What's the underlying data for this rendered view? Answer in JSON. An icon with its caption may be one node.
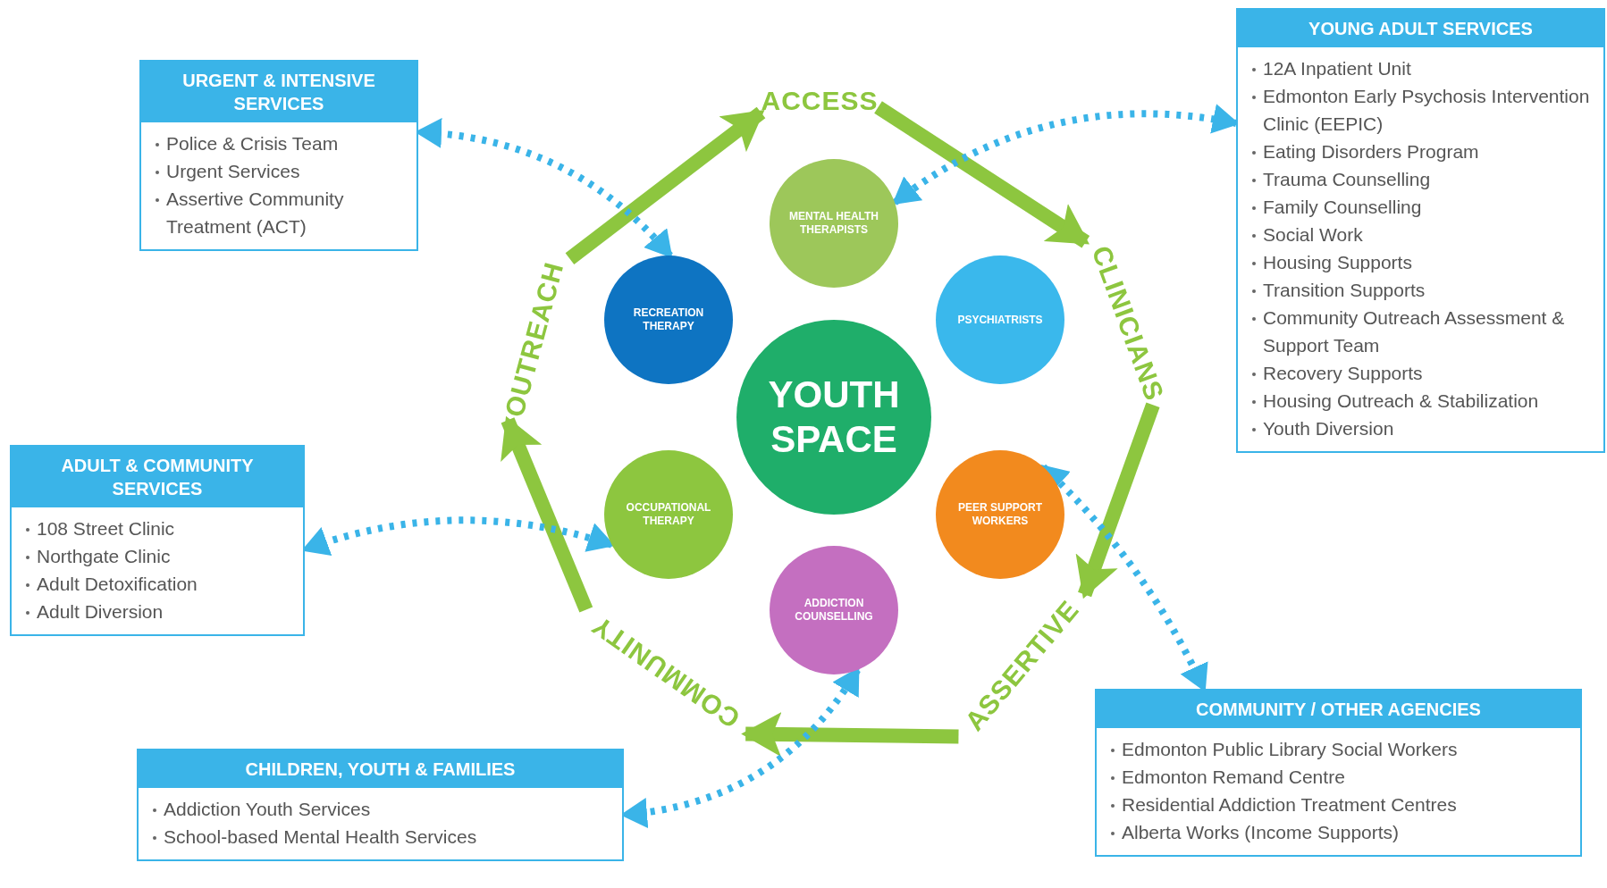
{
  "diagram": {
    "nodes": [
      {
        "text": [
          "URGENT & INTENSIVE SERVICES",
          "Police & Crisis Team",
          "Urgent Services",
          "Assertive Community Treatment (ACT)"
        ]
      },
      {
        "text": [
          "YOUNG ADULT SERVICES",
          "12A Inpatient Unit",
          "Edmonton Early Psychosis Intervention Clinic (EEPIC)",
          "Eating Disorders Program",
          "Trauma Counselling",
          "Family Counselling",
          "Social Work",
          "Housing Supports",
          "Transition Supports",
          "Community Outreach Assessment & Support Team",
          "Recovery Supports",
          "Housing Outreach & Stabilization",
          "Youth Diversion"
        ]
      },
      {
        "text": [
          "ACCESS"
        ]
      },
      {
        "text": [
          "MENTAL HEALTH THERAPISTS"
        ]
      },
      {
        "text": [
          "RECREATION THERAPY"
        ]
      },
      {
        "text": [
          "PSYCHIATRISTS"
        ]
      },
      {
        "text": [
          "OUTREACH"
        ]
      },
      {
        "text": [
          "CLINICIANS"
        ]
      },
      {
        "text": [
          "YOUTH SPACE"
        ]
      },
      {
        "text": [
          "ADULT & COMMUNITY SERVICES",
          "108 Street Clinic",
          "Northgate Clinic",
          "Adult Detoxification",
          "Adult Diversion"
        ]
      },
      {
        "text": [
          "OCCUPATIONAL THERAPY"
        ]
      },
      {
        "text": [
          "PEER SUPPORT WORKERS"
        ]
      },
      {
        "text": [
          "ADDICTION COUNSELLING"
        ]
      },
      {
        "text": [
          "ASSERTIVE"
        ]
      },
      {
        "text": [
          "COMMUNITY"
        ]
      },
      {
        "text": [
          "COMMUNITY / OTHER AGENCIES",
          "Edmonton Public Library Social Workers",
          "Edmonton Remand Centre",
          "Residential Addiction Treatment Centres",
          "Alberta Works (Income Supports)"
        ]
      },
      {
        "text": [
          "CHILDREN, YOUTH & FAMILIES",
          "Addiction Youth Services",
          "School-based Mental Health Services"
        ]
      }
    ],
    "edges": [
      {
        "from": 6,
        "to": 2,
        "arrow": "to",
        "style": "thick"
      },
      {
        "from": 2,
        "to": 7,
        "arrow": "to",
        "style": "thick"
      },
      {
        "from": 7,
        "to": 13,
        "arrow": "to",
        "style": "thick"
      },
      {
        "from": 13,
        "to": 14,
        "arrow": "to",
        "style": "thick"
      },
      {
        "from": 14,
        "to": 6,
        "arrow": "to",
        "style": "thick"
      },
      {
        "from": 4,
        "to": 0,
        "arrow": "both",
        "style": "dashed",
        "color": "#3ab4e8"
      },
      {
        "from": 3,
        "to": 1,
        "arrow": "both",
        "style": "dashed",
        "color": "#3ab4e8"
      },
      {
        "from": 11,
        "to": 15,
        "arrow": "both",
        "style": "dashed",
        "color": "#3ab4e8"
      },
      {
        "from": 12,
        "to": 16,
        "arrow": "both",
        "style": "dashed",
        "color": "#3ab4e8"
      },
      {
        "from": 10,
        "to": 9,
        "arrow": "both",
        "style": "dashed",
        "color": "#3ab4e8"
      }
    ]
  }
}
